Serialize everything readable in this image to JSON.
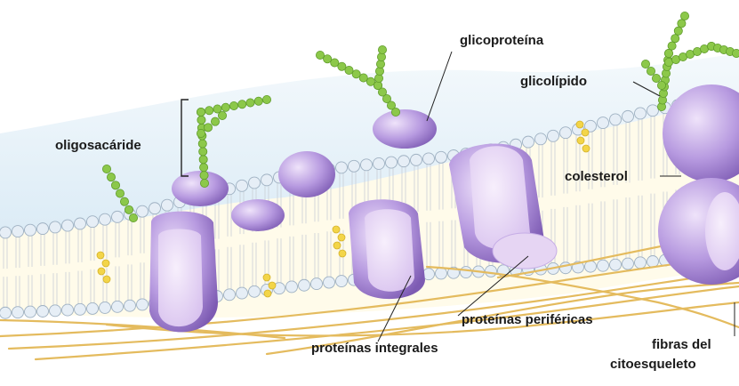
{
  "labels": {
    "glicoproteina": "glicoproteína",
    "glicolipido": "glicolípido",
    "oligosacaride": "oligosacáride",
    "colesterol": "colesterol",
    "proteinas_perifericas": "proteínas periféricas",
    "proteinas_integrales": "proteínas integrales",
    "fibras_line1": "fibras del",
    "fibras_line2": "citoesqueleto"
  },
  "colors": {
    "sky": "#dfeef7",
    "membrane_core": "#fffbe8",
    "phospholipid_head": "#e4eef6",
    "protein_purple": "#a07ed0",
    "protein_light": "#e4d2f2",
    "sugar_green": "#8cc84a",
    "cholesterol_yellow": "#f4d64a",
    "fiber": "#e7c06a"
  }
}
